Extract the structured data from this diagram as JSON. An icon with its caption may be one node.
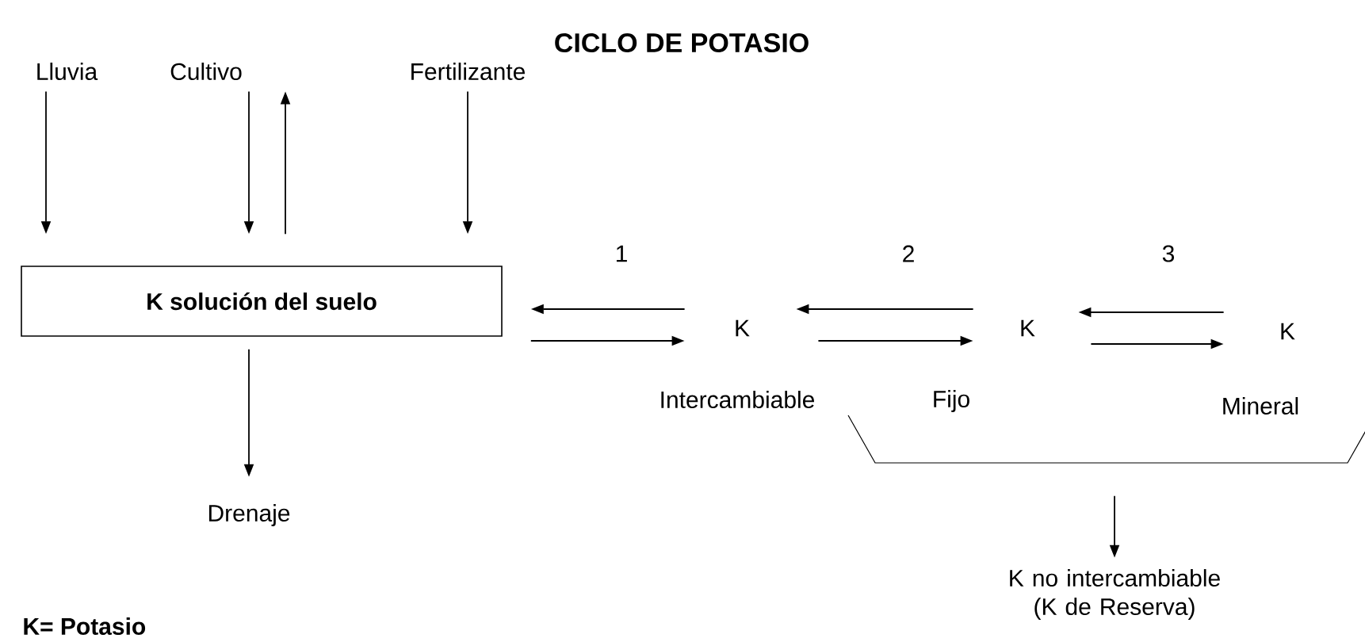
{
  "diagram": {
    "title": "CICLO DE POTASIO",
    "nodes": [
      {
        "text": [
          "Lluvia"
        ]
      },
      {
        "text": [
          "Cultivo"
        ]
      },
      {
        "text": [
          "Fertilizante"
        ]
      },
      {
        "text": [
          "K solución del suelo"
        ]
      },
      {
        "text": [
          "K"
        ],
        "beside": [
          "Intercambiable"
        ]
      },
      {
        "text": [
          "K"
        ],
        "beside": [
          "Fijo"
        ]
      },
      {
        "text": [
          "K"
        ],
        "beside": [
          "Mineral"
        ]
      },
      {
        "text": [
          "Drenaje"
        ]
      },
      {
        "text": [
          "K no intercambiable (K de Reserva)"
        ]
      }
    ],
    "edges": [
      {
        "from": 0,
        "to": 3,
        "arrow": "to"
      },
      {
        "from": 1,
        "to": 3,
        "arrow": "to"
      },
      {
        "from": 3,
        "to": 1,
        "arrow": "to"
      },
      {
        "from": 2,
        "to": 3,
        "arrow": "to"
      },
      {
        "from": 4,
        "to": 3,
        "arrow": "to",
        "label": "1"
      },
      {
        "from": 3,
        "to": 4,
        "arrow": "to"
      },
      {
        "from": 5,
        "to": 4,
        "arrow": "to",
        "label": "2"
      },
      {
        "from": 4,
        "to": 5,
        "arrow": "to"
      },
      {
        "from": 6,
        "to": 5,
        "arrow": "to",
        "label": "3"
      },
      {
        "from": 5,
        "to": 6,
        "arrow": "to"
      },
      {
        "from": 3,
        "to": 7,
        "arrow": "to"
      },
      {
        "from": null,
        "to": 8,
        "arrow": "to"
      }
    ],
    "labels": [
      "K= Potasio"
    ]
  }
}
